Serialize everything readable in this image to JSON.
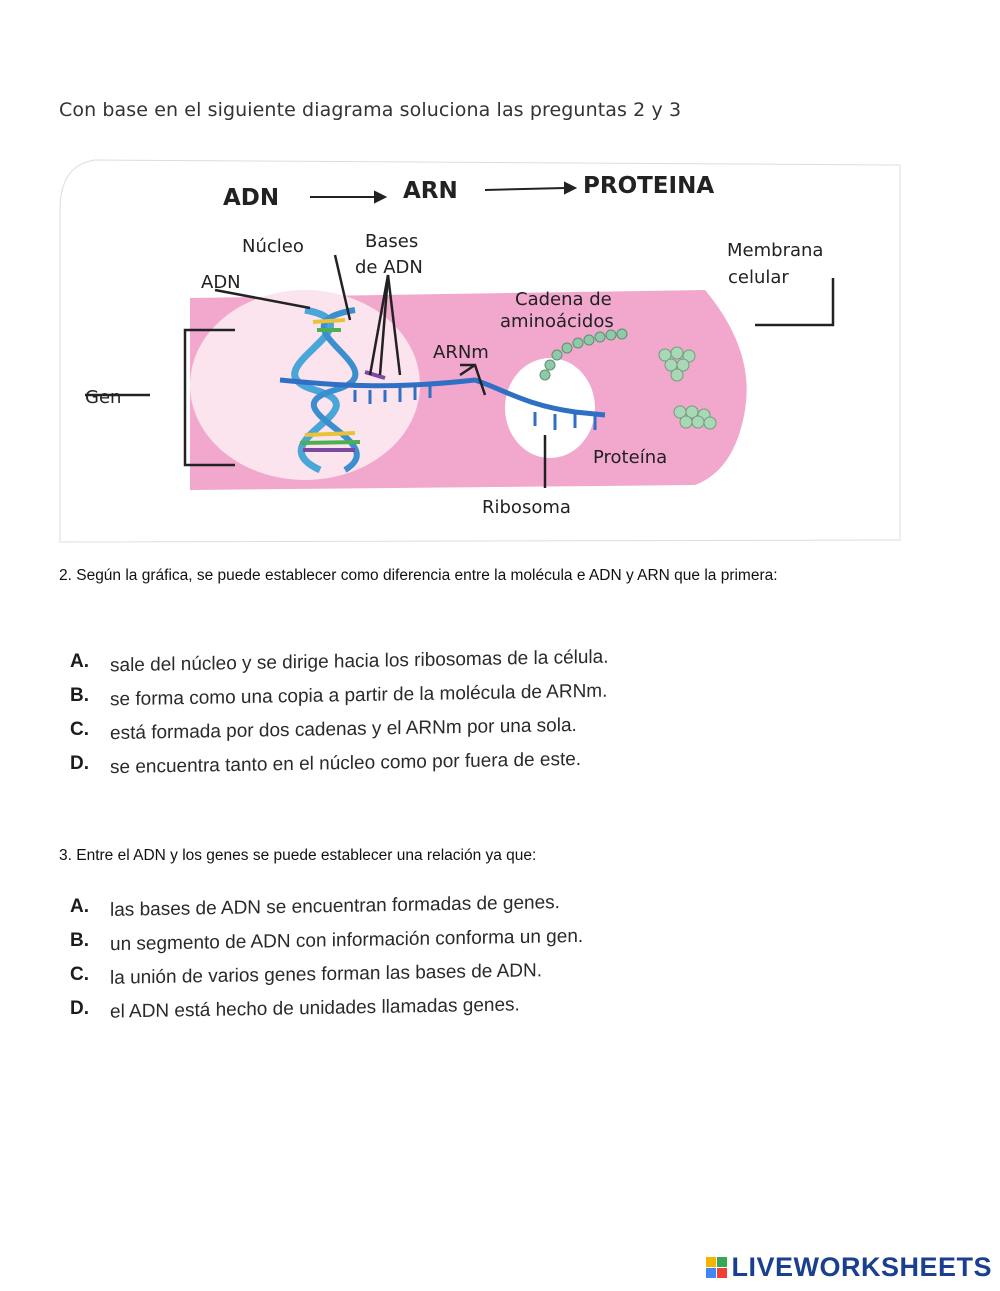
{
  "intro": "Con base en el siguiente diagrama soluciona las preguntas 2 y 3",
  "diagram": {
    "flow": [
      "ADN",
      "ARN",
      "PROTEINA"
    ],
    "labels": {
      "nucleo": "Núcleo",
      "bases": "Bases",
      "bases2": "de ADN",
      "adn": "ADN",
      "gen": "Gen",
      "cadena": "Cadena de",
      "cadena2": "aminoácidos",
      "arnm": "ARNm",
      "membrana": "Membrana",
      "membrana2": "celular",
      "proteina": "Proteína",
      "ribosoma": "Ribosoma"
    },
    "colors": {
      "cytoplasm": "#f2a7cc",
      "nucleus": "#fbe4ee",
      "helix": "#4aa6d8",
      "amino": "#8fc9a8"
    }
  },
  "q2": {
    "question": "2. Según la gráfica, se puede establecer como diferencia entre la molécula e ADN y ARN  que la primera:",
    "options": [
      {
        "letter": "A.",
        "text": "sale del núcleo y se dirige hacia los ribosomas de la célula."
      },
      {
        "letter": "B.",
        "text": "se forma como una copia a partir de la molécula de ARNm."
      },
      {
        "letter": "C.",
        "text": "está formada por dos cadenas y el ARNm por una sola."
      },
      {
        "letter": "D.",
        "text": "se encuentra tanto en el núcleo como por fuera de este."
      }
    ]
  },
  "q3": {
    "question": "3. Entre el ADN  y los genes se puede establecer una relación ya que:",
    "options": [
      {
        "letter": "A.",
        "text": "las bases de ADN se encuentran formadas de genes."
      },
      {
        "letter": "B.",
        "text": "un segmento de ADN con información conforma un gen."
      },
      {
        "letter": "C.",
        "text": "la unión de varios genes forman las bases de ADN."
      },
      {
        "letter": "D.",
        "text": "el ADN está hecho de unidades llamadas genes."
      }
    ]
  },
  "brand": "LIVEWORKSHEETS"
}
